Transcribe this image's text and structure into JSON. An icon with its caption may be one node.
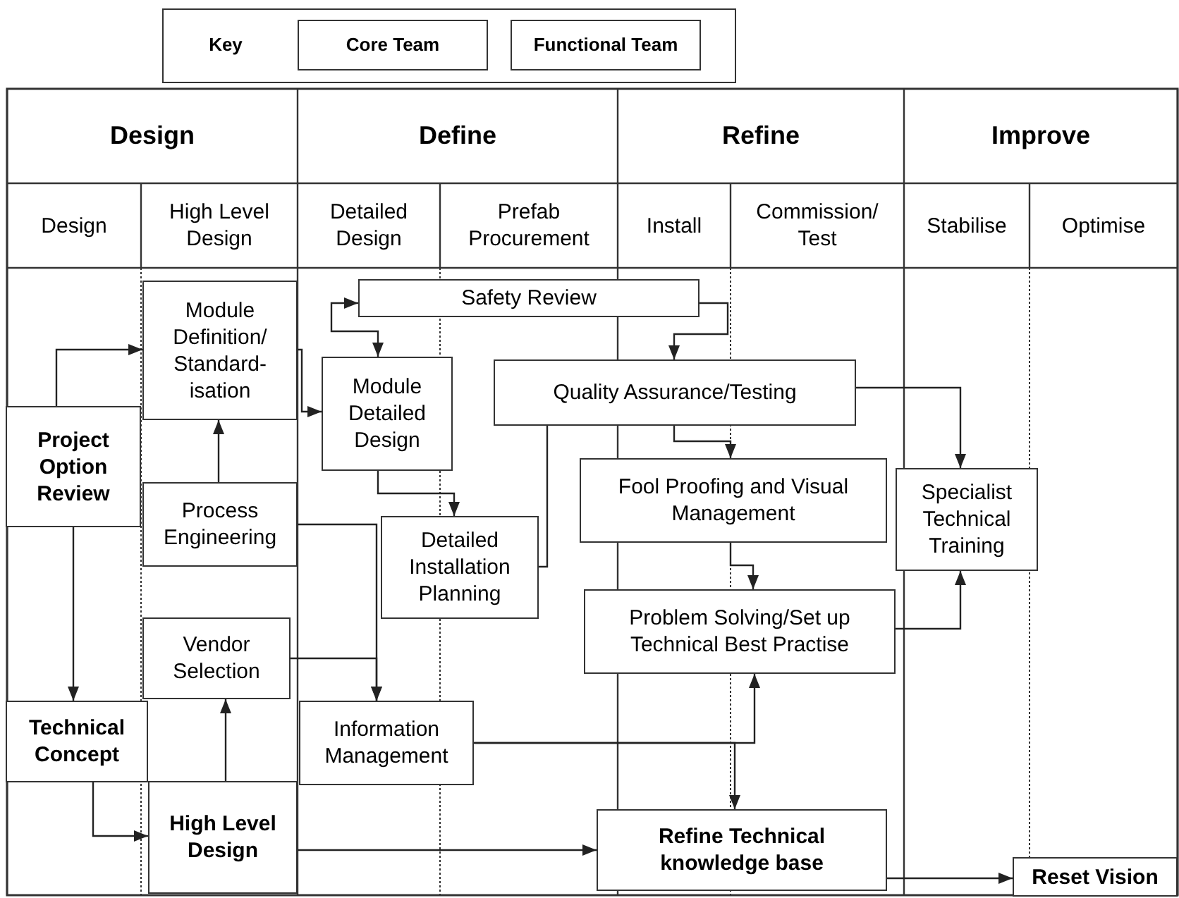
{
  "diagram": {
    "nodes": [
      {
        "text": [
          "Module Definition/ Standard- isation"
        ]
      },
      {
        "text": [
          "Safety Review"
        ]
      },
      {
        "text": [
          "Module Detailed Design"
        ]
      },
      {
        "text": [
          "Quality Assurance/Testing"
        ]
      },
      {
        "text": [
          "Project Option Review"
        ]
      },
      {
        "text": [
          "Process Engineering"
        ]
      },
      {
        "text": [
          "Detailed Installation Planning"
        ]
      },
      {
        "text": [
          "Fool Proofing and Visual Management"
        ]
      },
      {
        "text": [
          "Specialist Technical Training"
        ]
      },
      {
        "text": [
          "Problem Solving/Set up Technical Best Practise"
        ]
      },
      {
        "text": [
          "Vendor Selection"
        ]
      },
      {
        "text": [
          "Technical Concept"
        ]
      },
      {
        "text": [
          "Information Management"
        ]
      },
      {
        "text": [
          "High Level Design"
        ]
      },
      {
        "text": [
          "Refine Technical knowledge base"
        ]
      },
      {
        "text": [
          "Reset Vision"
        ]
      }
    ],
    "edges": [
      {
        "from": 4,
        "to": 0,
        "arrow": "to"
      },
      {
        "from": 4,
        "to": 11,
        "arrow": "to"
      },
      {
        "from": 5,
        "to": 0,
        "arrow": "to"
      },
      {
        "from": 0,
        "to": 2,
        "arrow": "to"
      },
      {
        "from": 1,
        "to": 2,
        "arrow": "both"
      },
      {
        "from": 1,
        "to": 3,
        "arrow": "to"
      },
      {
        "from": 2,
        "to": 6,
        "arrow": "to"
      },
      {
        "from": 6,
        "to": 3,
        "arrow": "to"
      },
      {
        "from": 5,
        "to": 12,
        "arrow": "to"
      },
      {
        "from": 10,
        "to": 12,
        "arrow": "to"
      },
      {
        "from": 11,
        "to": 13,
        "arrow": "to"
      },
      {
        "from": 13,
        "to": 10,
        "arrow": "to"
      },
      {
        "from": 13,
        "to": 14,
        "arrow": "to"
      },
      {
        "from": 12,
        "to": 9,
        "arrow": "to"
      },
      {
        "from": 12,
        "to": 14,
        "arrow": "to"
      },
      {
        "from": 3,
        "to": 7,
        "arrow": "to"
      },
      {
        "from": 3,
        "to": 8,
        "arrow": "to"
      },
      {
        "from": 7,
        "to": 9,
        "arrow": "to"
      },
      {
        "from": 9,
        "to": 8,
        "arrow": "to"
      },
      {
        "from": 14,
        "to": 15,
        "arrow": "to"
      }
    ],
    "labels": [
      "Key",
      "Design",
      "Define",
      "Refine",
      "Improve",
      "Design",
      "High Level Design",
      "Detailed Design",
      "Prefab Procurement",
      "Install",
      "Commission/ Test",
      "Stabilise",
      "Optimise"
    ],
    "legend": [
      {
        "text": "Core Team"
      },
      {
        "text": "Functional Team"
      }
    ]
  }
}
